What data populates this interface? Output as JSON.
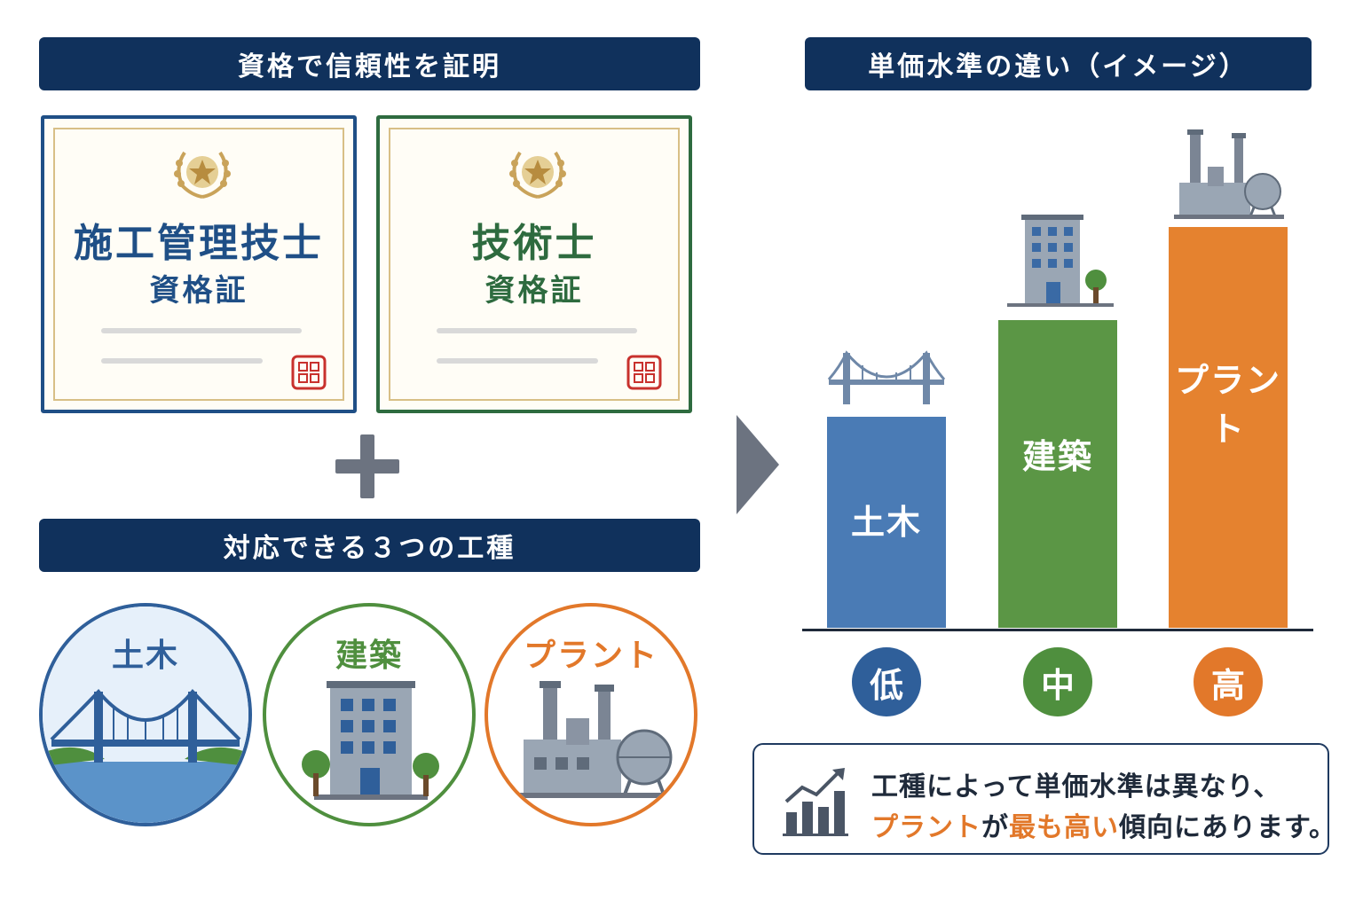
{
  "left": {
    "banner_top": "資格で信頼性を証明",
    "certificates": [
      {
        "title": "施工管理技士",
        "subtitle": "資格証",
        "color": "#1f4f86"
      },
      {
        "title": "技術士",
        "subtitle": "資格証",
        "color": "#2e6b3f"
      }
    ],
    "plus": "+",
    "banner_bottom": "対応できる３つの工種",
    "work_types": [
      {
        "label": "土木",
        "color": "#2f5f9a",
        "icon": "bridge-icon"
      },
      {
        "label": "建築",
        "color": "#4f8f3e",
        "icon": "building-icon"
      },
      {
        "label": "プラント",
        "color": "#e2782a",
        "icon": "factory-icon"
      }
    ]
  },
  "right": {
    "banner": "単価水準の違い（イメージ）",
    "chart_data": {
      "type": "bar",
      "categories": [
        "土木",
        "建築",
        "プラント"
      ],
      "levels": [
        "低",
        "中",
        "高"
      ],
      "relative_values": [
        1,
        1.46,
        1.9
      ],
      "colors": [
        "#4a7bb5",
        "#5b9645",
        "#e5822f"
      ],
      "level_colors": [
        "#2f5f9a",
        "#4f8f3e",
        "#e2782a"
      ]
    },
    "note": {
      "line1": "工種によって単価水準は異なり、",
      "line2_highlight": "プラント",
      "line2_part2": "が",
      "line2_highlight2": "最も高い",
      "line2_rest": "傾向にあります。",
      "highlight_color": "#e2782a",
      "icon": "growth-chart-icon"
    }
  }
}
